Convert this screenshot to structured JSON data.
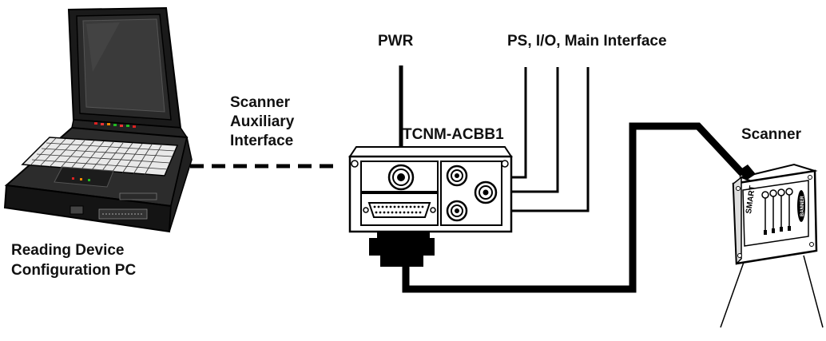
{
  "labels": {
    "pwr": "PWR",
    "ps_io": "PS, I/O, Main Interface",
    "aux_line1": "Scanner",
    "aux_line2": "Auxiliary",
    "aux_line3": "Interface",
    "tcnm": "TCNM-ACBB1",
    "scanner": "Scanner",
    "pc_line1": "Reading Device",
    "pc_line2": "Configuration PC"
  },
  "scanner_logo": "SMART",
  "scanner_brand": "BANNER"
}
